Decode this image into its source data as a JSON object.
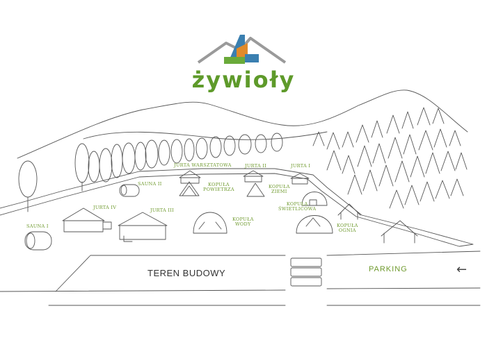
{
  "brand": {
    "name": "żywioły",
    "color": "#5e9a2a"
  },
  "colors": {
    "label_green": "#6f9a2e",
    "line": "#555555",
    "logo_gray": "#9a9a9a",
    "logo_blue": "#3a7fb0",
    "logo_green": "#6aaa3a",
    "logo_orange": "#e08a2a"
  },
  "icons": {
    "parking_arrow": "left-arrow-icon"
  },
  "labels": {
    "sauna_1": "SAUNA I",
    "sauna_2": "SAUNA II",
    "jurta_4": "JURTA IV",
    "jurta_3": "JURTA III",
    "jurta_warsztatowa": "JURTA WARSZTATOWA",
    "kopula_powietrza_1": "KOPUŁA",
    "kopula_powietrza_2": "POWIETRZA",
    "jurta_2": "JURTA II",
    "kopula_ziemi_1": "KOPUŁA",
    "kopula_ziemi_2": "ZIEMI",
    "jurta_1": "JURTA I",
    "kopula_swietlicowa_1": "KOPUŁA",
    "kopula_swietlicowa_2": "ŚWIETLICOWA",
    "kopula_wody_1": "KOPUŁA",
    "kopula_wody_2": "WODY",
    "kopula_ognia_1": "KOPUŁA",
    "kopula_ognia_2": "OGNIA",
    "teren_budowy": "TEREN BUDOWY",
    "parking": "PARKING",
    "arrow": "←"
  }
}
